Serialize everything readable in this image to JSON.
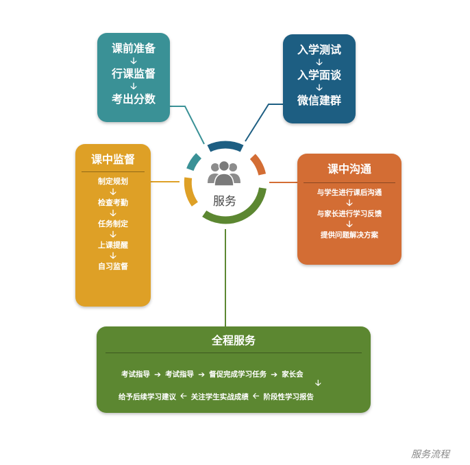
{
  "center": {
    "label": "服务",
    "icon": "people-group-icon"
  },
  "card_top_left": {
    "steps": [
      "课前准备",
      "行课监督",
      "考出分数"
    ],
    "color": "#3a9196"
  },
  "card_top_right": {
    "steps": [
      "入学测试",
      "入学面谈",
      "微信建群"
    ],
    "color": "#1d5e82"
  },
  "card_left": {
    "title": "课中监督",
    "steps": [
      "制定规划",
      "检查考勤",
      "任务制定",
      "上课提醒",
      "自习监督"
    ],
    "color": "#dea026"
  },
  "card_right": {
    "title": "课中沟通",
    "steps": [
      "与学生进行课后沟通",
      "与家长进行学习反馈",
      "提供问题解决方案"
    ],
    "color": "#d36d34"
  },
  "card_bottom": {
    "title": "全程服务",
    "row1": [
      "考试指导",
      "考试指导",
      "督促完成学习任务",
      "家长会"
    ],
    "row2": [
      "给予后续学习建议",
      "关注学生实战成绩",
      "阶段性学习报告"
    ],
    "color": "#5c8731"
  },
  "arrows": {
    "down": "🡣",
    "right": "➔",
    "left": "🡠"
  },
  "caption": "服务流程"
}
